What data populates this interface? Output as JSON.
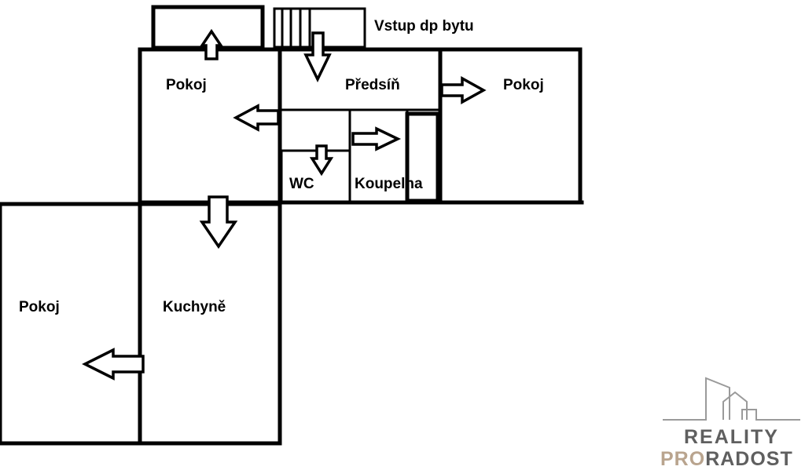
{
  "plan": {
    "entrance_label": "Vstup dp bytu",
    "rooms": {
      "hall": "Předsíň",
      "room_top_left": "Pokoj",
      "room_top_right": "Pokoj",
      "wc": "WC",
      "bathroom": "Koupelna",
      "room_bottom_left": "Pokoj",
      "kitchen": "Kuchyně"
    }
  },
  "logo": {
    "line1": "REALITY",
    "line2_accent": "PRO",
    "line2_rest": "RADOST",
    "accent_color": "#b9a48e",
    "text_color": "#5f5f5f"
  }
}
